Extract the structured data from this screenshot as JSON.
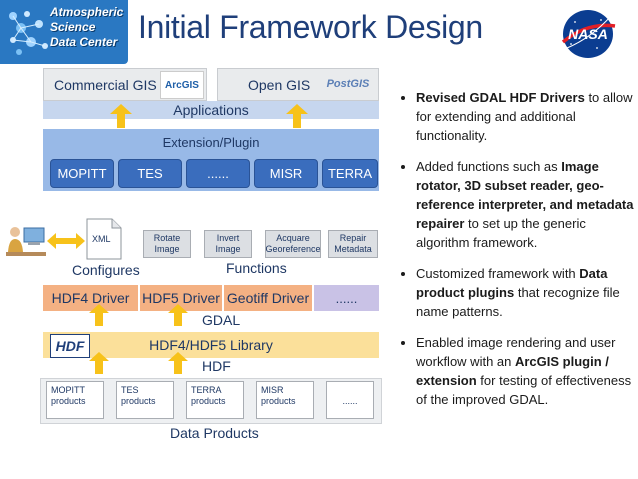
{
  "header": {
    "logo_lines": [
      "Atmospheric",
      "Science",
      "Data Center"
    ],
    "title": "Initial Framework Design",
    "nasa_text": "NASA"
  },
  "diagram": {
    "commercial_gis": "Commercial GIS",
    "arcgis_logo_text": "ArcGIS",
    "open_gis": "Open GIS",
    "postgis_logo_text": "PostGIS",
    "applications": "Applications",
    "extension_plugin": "Extension/Plugin",
    "plugins": [
      "MOPITT",
      "TES",
      "......",
      "MISR",
      "TERRA"
    ],
    "xml_label": "XML",
    "configures": "Configures",
    "function_boxes": [
      "Rotate\nImage",
      "Invert\nImage",
      "Acquare\nGeoreference",
      "Repair\nMetadata"
    ],
    "functions": "Functions",
    "drivers": [
      "HDF4 Driver",
      "HDF5 Driver",
      "Geotiff Driver",
      "......"
    ],
    "gdal": "GDAL",
    "hdf_logo_text": "HDF",
    "hdf_library": "HDF4/HDF5 Library",
    "hdf": "HDF",
    "products": [
      "MOPITT\nproducts",
      "TES\nproducts",
      "TERRA\nproducts",
      "MISR\nproducts",
      "......"
    ],
    "data_products": "Data Products"
  },
  "bullets": [
    [
      {
        "t": "Revised GDAL HDF Drivers",
        "b": true
      },
      {
        "t": " to allow for extending and additional functionality.",
        "b": false
      }
    ],
    [
      {
        "t": "Added functions such as ",
        "b": false
      },
      {
        "t": "Image rotator, 3D subset reader, geo-reference interpreter, and metadata repairer",
        "b": true
      },
      {
        "t": " to set up the generic algorithm framework.",
        "b": false
      }
    ],
    [
      {
        "t": "Customized framework with ",
        "b": false
      },
      {
        "t": "Data product plugins",
        "b": true
      },
      {
        "t": " that recognize file name patterns.",
        "b": false
      }
    ],
    [
      {
        "t": "Enabled image rendering and user workflow with an ",
        "b": false
      },
      {
        "t": "ArcGIS plugin / extension",
        "b": true
      },
      {
        "t": " for testing of effectiveness of the improved GDAL.",
        "b": false
      }
    ]
  ],
  "colors": {
    "title": "#1f3f7a",
    "plugin_blue": "#3a6dbd",
    "driver_orange": "#f4b183",
    "library_yellow": "#fbe09a",
    "arrow_yellow": "#f7c21a"
  }
}
